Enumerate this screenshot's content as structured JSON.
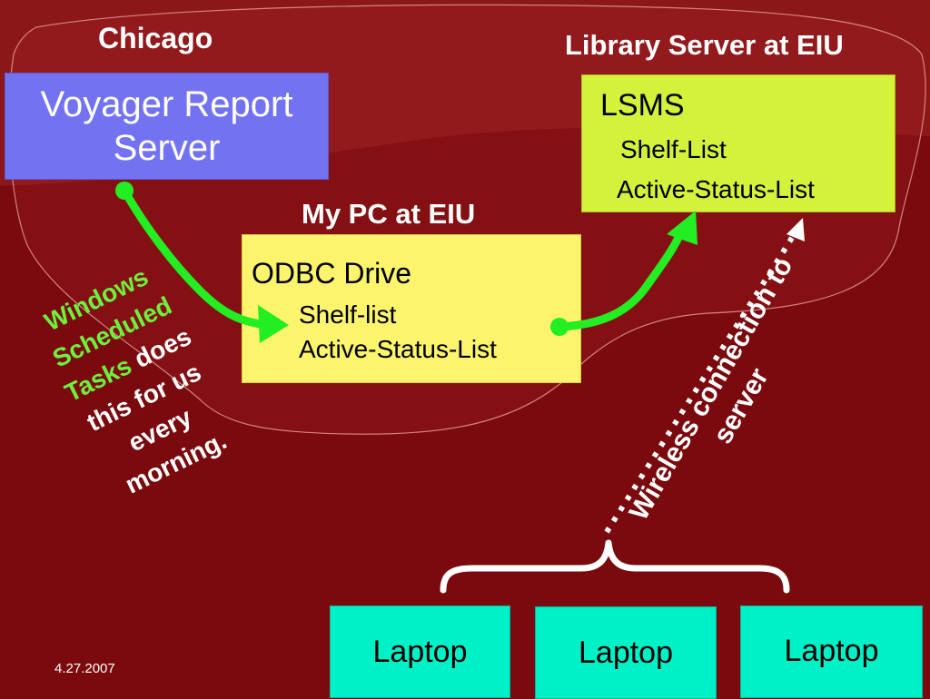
{
  "labels": {
    "chicago": "Chicago",
    "library_server": "Library Server at EIU",
    "my_pc": "My PC at EIU"
  },
  "voyager": {
    "line1": "Voyager Report",
    "line2": "Server"
  },
  "lsms": {
    "title": "LSMS",
    "item1": "Shelf-List",
    "item2": "Active-Status-List"
  },
  "odbc": {
    "title": "ODBC Drive",
    "item1": "Shelf-list",
    "item2": "Active-Status-List"
  },
  "windows_note": {
    "line1": "Windows",
    "line2": "Scheduled",
    "line3_green": "Tasks",
    "line3_white": " does",
    "line4": "this for us",
    "line5": "every",
    "line6": "morning."
  },
  "wireless": {
    "line1": "Wireless connection to",
    "line2": "server"
  },
  "laptops": [
    "Laptop",
    "Laptop",
    "Laptop"
  ],
  "footer": {
    "date": "4.27.2007"
  },
  "colors": {
    "background": "#7a0a0d",
    "arrow": "#22ee22",
    "voyager_box": "#7373f2",
    "lsms_box": "#d4f23c",
    "odbc_box": "#fcf46c",
    "laptop_box": "#00f0c8",
    "green_text": "#6cf23c"
  }
}
